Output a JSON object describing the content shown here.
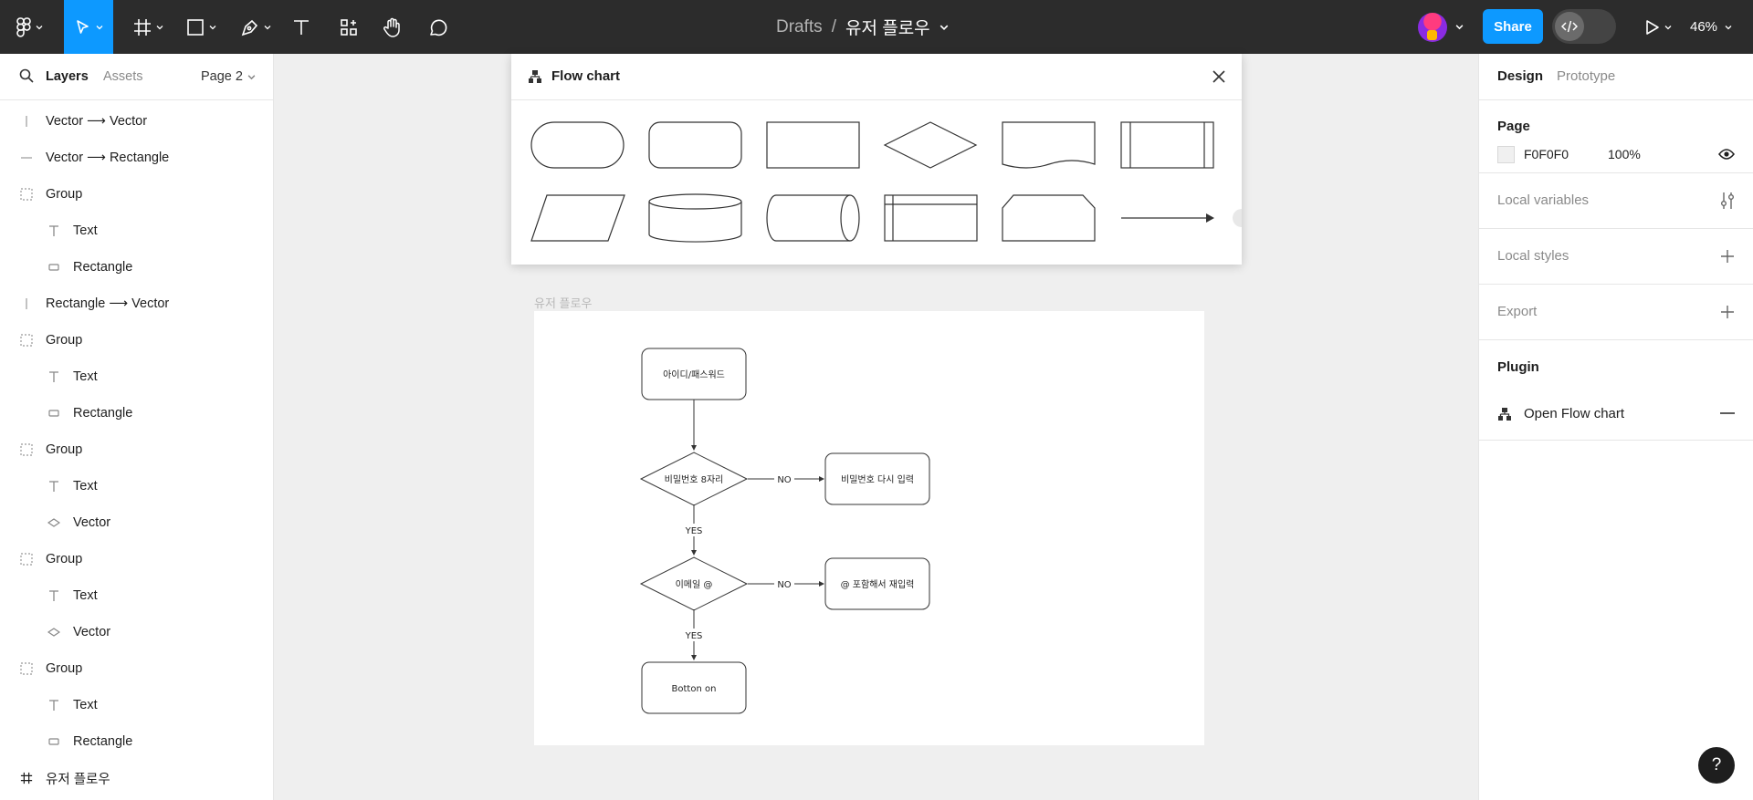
{
  "toolbar": {
    "breadcrumb_parent": "Drafts",
    "separator": "/",
    "file_name": "유저 플로우",
    "share_label": "Share",
    "zoom": "46%",
    "tools": [
      "figma-menu",
      "move",
      "frame",
      "shape",
      "pen",
      "text",
      "resources",
      "hand",
      "comment"
    ]
  },
  "left_panel": {
    "tabs": {
      "layers": "Layers",
      "assets": "Assets"
    },
    "page": "Page 2",
    "layers": [
      {
        "label": "Vector ⟶ Vector",
        "icon": "line-vertical-icon",
        "depth": 0
      },
      {
        "label": "Vector ⟶ Rectangle",
        "icon": "line-horizontal-icon",
        "depth": 0
      },
      {
        "label": "Group",
        "icon": "group-icon",
        "depth": 0
      },
      {
        "label": "Text",
        "icon": "text-icon",
        "depth": 1
      },
      {
        "label": "Rectangle",
        "icon": "rectangle-icon",
        "depth": 1
      },
      {
        "label": "Rectangle ⟶ Vector",
        "icon": "line-vertical-icon",
        "depth": 0
      },
      {
        "label": "Group",
        "icon": "group-icon",
        "depth": 0
      },
      {
        "label": "Text",
        "icon": "text-icon",
        "depth": 1
      },
      {
        "label": "Rectangle",
        "icon": "rectangle-icon",
        "depth": 1
      },
      {
        "label": "Group",
        "icon": "group-icon",
        "depth": 0
      },
      {
        "label": "Text",
        "icon": "text-icon",
        "depth": 1
      },
      {
        "label": "Vector",
        "icon": "vector-icon",
        "depth": 1
      },
      {
        "label": "Group",
        "icon": "group-icon",
        "depth": 0
      },
      {
        "label": "Text",
        "icon": "text-icon",
        "depth": 1
      },
      {
        "label": "Vector",
        "icon": "vector-icon",
        "depth": 1
      },
      {
        "label": "Group",
        "icon": "group-icon",
        "depth": 0
      },
      {
        "label": "Text",
        "icon": "text-icon",
        "depth": 1
      },
      {
        "label": "Rectangle",
        "icon": "rectangle-icon",
        "depth": 1
      },
      {
        "label": "유저 플로우",
        "icon": "frame-icon",
        "depth": 0
      }
    ]
  },
  "plugin": {
    "title": "Flow chart",
    "shapes": [
      "terminator",
      "rounded-rectangle",
      "process",
      "decision",
      "document",
      "predefined-process",
      "data",
      "database",
      "direct-access-storage",
      "internal-storage",
      "manual-operation",
      "arrow"
    ]
  },
  "canvas": {
    "frame_label": "유저 플로우",
    "nodes": {
      "start": "아이디/패스워드",
      "decision1": "비밀번호 8자리",
      "retry1": "비밀번호 다시 입력",
      "decision2": "이메일 @",
      "retry2": "@ 포함해서 재입력",
      "end": "Botton on"
    },
    "edge_labels": {
      "yes": "YES",
      "no": "NO"
    }
  },
  "right_panel": {
    "tabs": {
      "design": "Design",
      "prototype": "Prototype"
    },
    "page_section": "Page",
    "page_color": "F0F0F0",
    "page_opacity": "100%",
    "local_variables": "Local variables",
    "local_styles": "Local styles",
    "export": "Export",
    "plugin_section": "Plugin",
    "plugin_item": "Open Flow chart"
  },
  "help": "?",
  "colors": {
    "accent": "#0d99ff",
    "toolbar": "#2c2c2c",
    "canvas": "#efefef",
    "page_swatch": "#F0F0F0"
  }
}
